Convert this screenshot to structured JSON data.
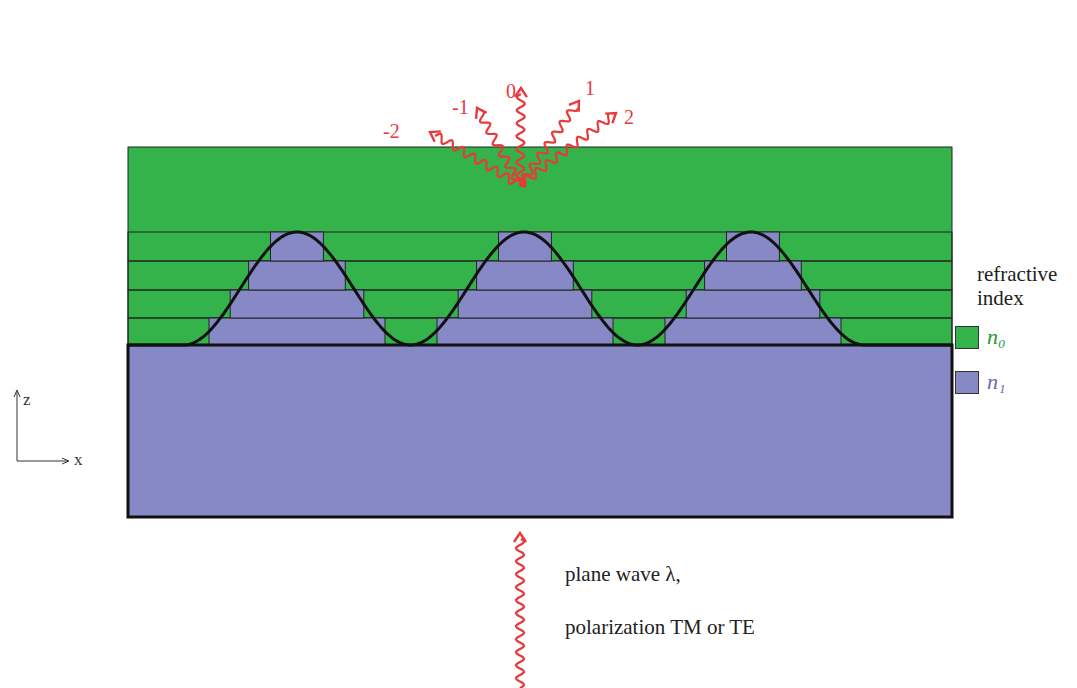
{
  "diagram": {
    "labels": [
      "-2",
      "-1",
      "0",
      "1",
      "2",
      "plane wave λ,",
      "polarization TM or TE",
      "refractive index",
      "z",
      "x"
    ],
    "legend": [
      {
        "text": "n₀",
        "color": "#33b34a"
      },
      {
        "text": "n₁",
        "color": "#8789c6"
      }
    ]
  }
}
